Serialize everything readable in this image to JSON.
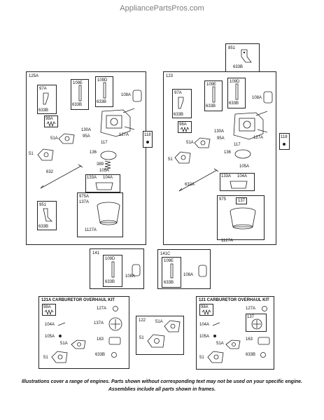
{
  "site": {
    "watermark": "AppliancePartsPros.com"
  },
  "frames": {
    "f851": {
      "code": "851",
      "parts": [
        "633B"
      ]
    },
    "f125A": {
      "code": "125A",
      "sub": {
        "s97A": {
          "code": "97A",
          "parts": [
            "633B"
          ]
        },
        "s109E": {
          "code": "109E",
          "parts": [
            "633B"
          ]
        },
        "s109D": {
          "code": "109D",
          "parts": [
            "633B"
          ]
        },
        "s98A": {
          "code": "98A"
        },
        "s133A": {
          "code": "133A",
          "parts": [
            "104A"
          ]
        },
        "s951": {
          "code": "951",
          "parts": [
            "633B"
          ]
        },
        "s975A": {
          "code": "975A",
          "parts": [
            "137A",
            "1127A"
          ]
        }
      },
      "parts": [
        "108A",
        "130A",
        "95A",
        "127A",
        "117",
        "51A",
        "136",
        "51",
        "389",
        "105A",
        "632"
      ]
    },
    "f118_left": {
      "code": "118"
    },
    "f123": {
      "code": "123",
      "sub": {
        "s97A": {
          "code": "97A",
          "parts": [
            "633B"
          ]
        },
        "s109E": {
          "code": "109E",
          "parts": [
            "633B"
          ]
        },
        "s109D": {
          "code": "109D",
          "parts": [
            "633B"
          ]
        },
        "s98A": {
          "code": "98A"
        },
        "s133A": {
          "code": "133A",
          "parts": [
            "104A"
          ]
        },
        "s975": {
          "code": "975",
          "parts": [
            "137"
          ]
        }
      },
      "parts": [
        "108A",
        "130A",
        "95A",
        "127A",
        "117",
        "51A",
        "136",
        "51",
        "105A",
        "632A",
        "1127A"
      ]
    },
    "f118_right": {
      "code": "118"
    },
    "f141": {
      "code": "141",
      "sub": {
        "s109D": {
          "code": "109D",
          "parts": [
            "633B"
          ]
        }
      },
      "parts": [
        "108A"
      ]
    },
    "f141C": {
      "code": "141C",
      "sub": {
        "s109E": {
          "code": "109E",
          "parts": [
            "633B"
          ]
        }
      },
      "parts": [
        "108A"
      ]
    },
    "f121A": {
      "title": "121A CARBURETOR OVERHAUL KIT",
      "sub": {
        "s98A": {
          "code": "98A"
        }
      },
      "parts": [
        "127A",
        "104A",
        "137A",
        "105A",
        "163",
        "51A",
        "51",
        "633B"
      ]
    },
    "f122": {
      "code": "122",
      "parts": [
        "51A",
        "51"
      ]
    },
    "f121": {
      "title": "121 CARBURETOR OVERHAUL KIT",
      "sub": {
        "s98A": {
          "code": "98A"
        },
        "s137": {
          "code": "137"
        }
      },
      "parts": [
        "127A",
        "104A",
        "105A",
        "163",
        "51A",
        "51",
        "633B"
      ]
    }
  },
  "footer": {
    "line1": "Illustrations cover a range of engines. Parts shown without corresponding text may not be used on your specific engine.",
    "line2": "Assemblies include all parts shown in frames."
  }
}
